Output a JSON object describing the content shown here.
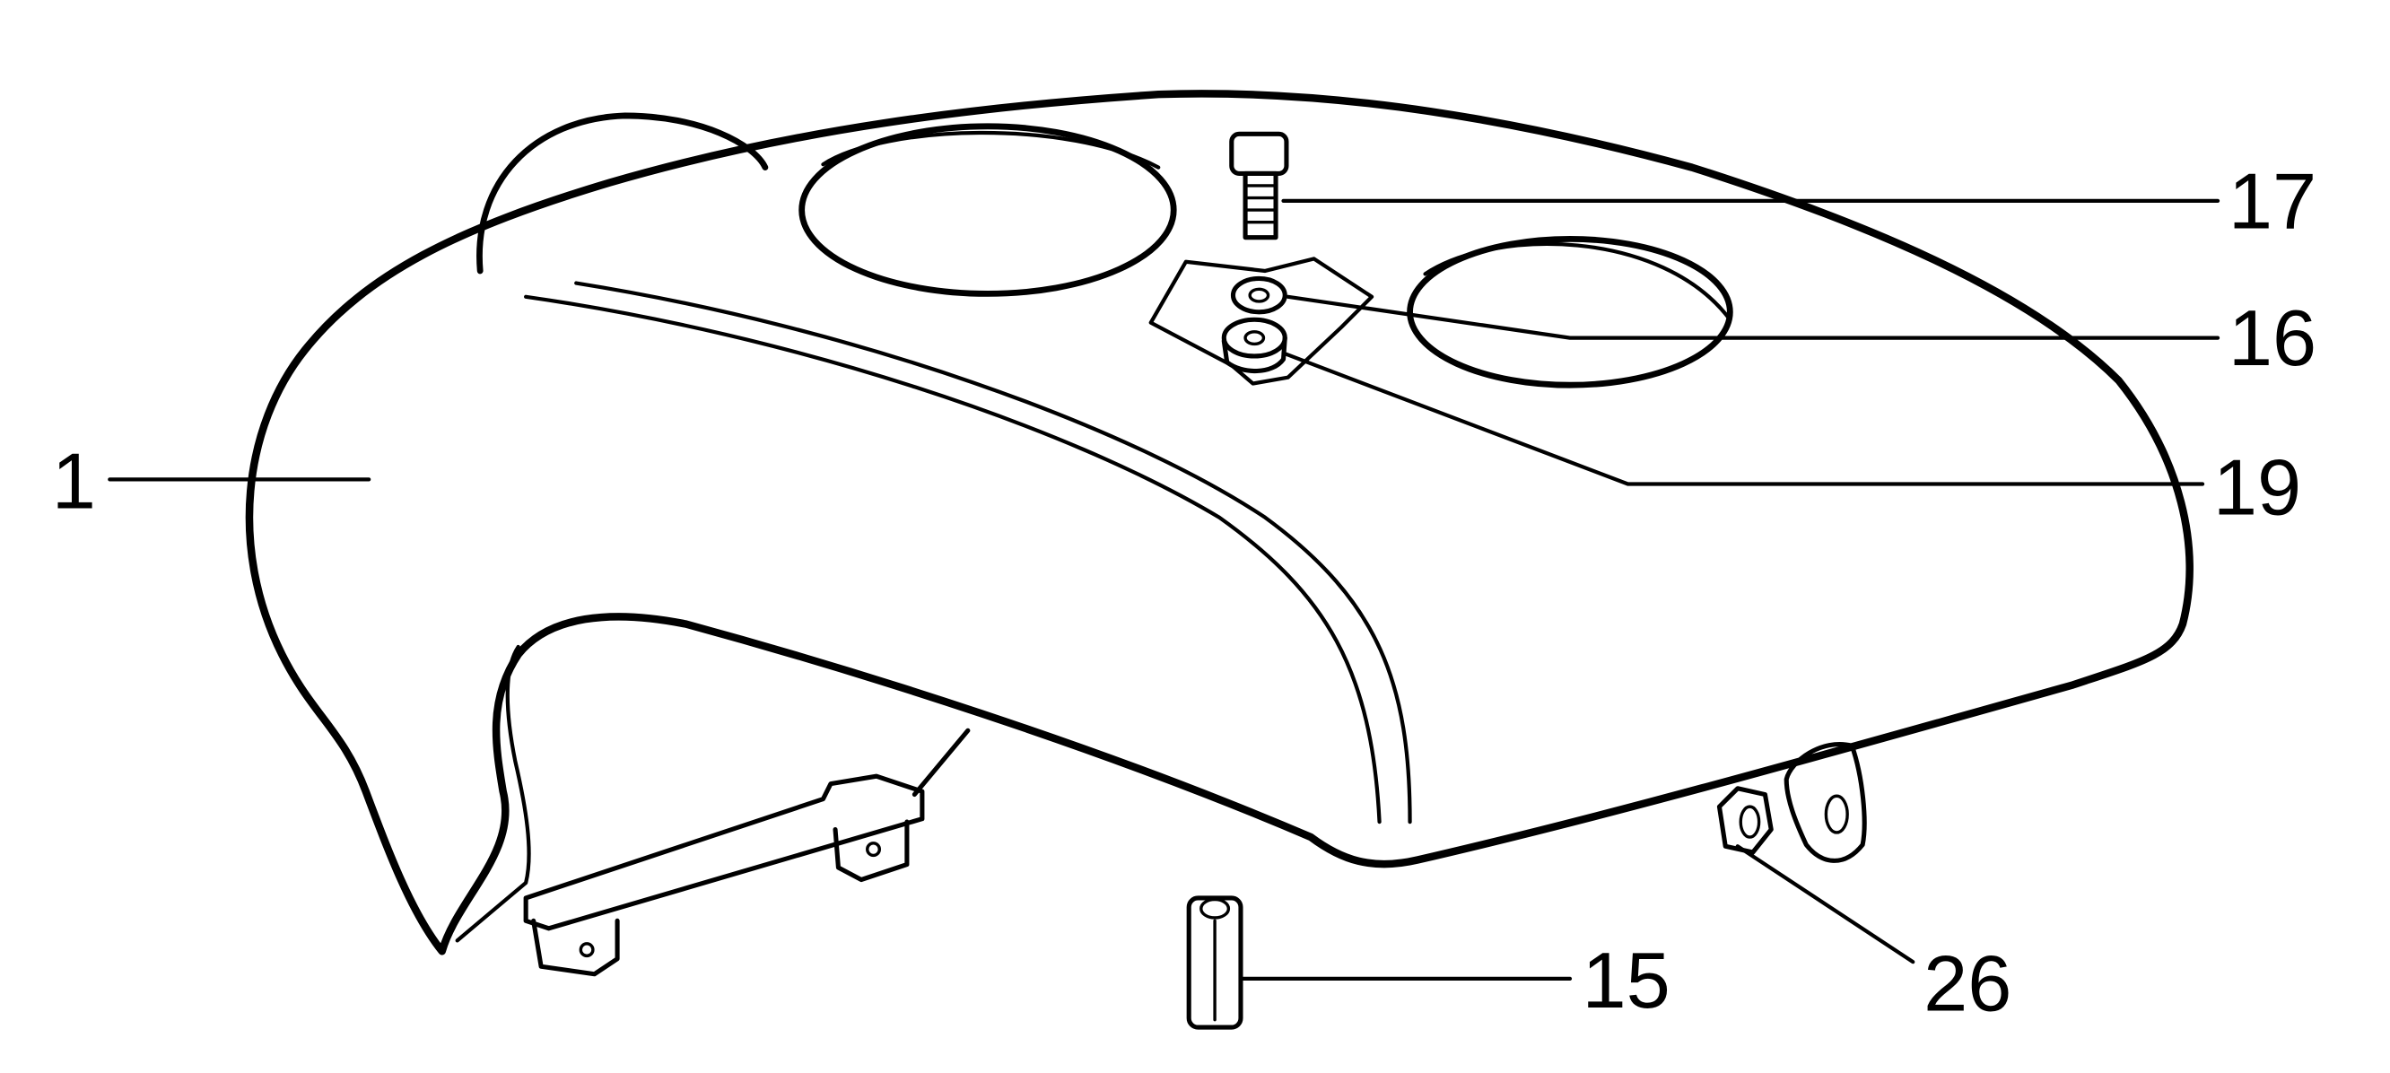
{
  "diagram": {
    "callouts": {
      "part_1": "1",
      "part_17": "17",
      "part_16": "16",
      "part_19": "19",
      "part_26": "26",
      "part_15": "15"
    }
  }
}
